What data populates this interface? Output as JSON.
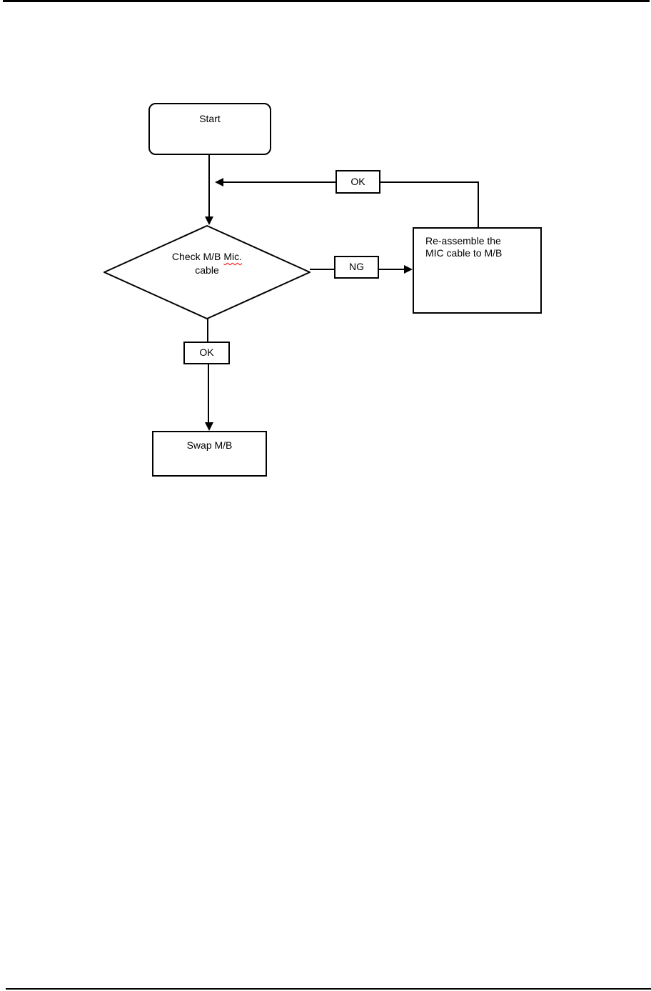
{
  "page": {
    "background": "#ffffff",
    "line_color": "#000000",
    "spellcheck_underline_color": "#ff0000"
  },
  "flowchart": {
    "start": {
      "label": "Start"
    },
    "ok_top": {
      "label": "OK"
    },
    "decision": {
      "label_line1_a": "Check M/B",
      "label_line1_b_misspelled": "Mic.",
      "label_line2": "cable"
    },
    "ng": {
      "label": "NG"
    },
    "reassemble": {
      "label_line1": "Re-assemble the",
      "label_line2": "MIC cable to M/B"
    },
    "ok_bottom": {
      "label": "OK"
    },
    "swap": {
      "label": "Swap M/B"
    }
  }
}
